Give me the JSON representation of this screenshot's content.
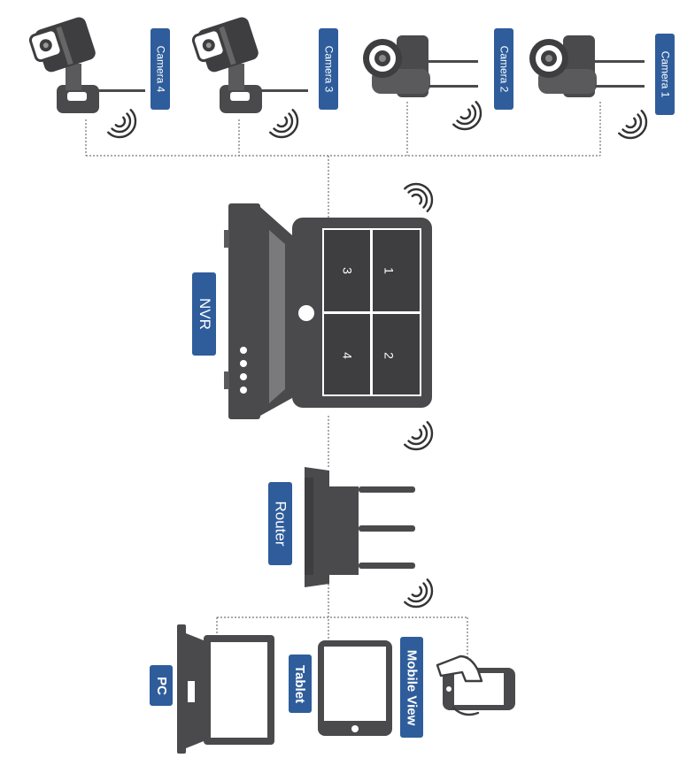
{
  "cameras": [
    {
      "label": "Camera 4"
    },
    {
      "label": "Camera 3"
    },
    {
      "label": "Camera 2"
    },
    {
      "label": "Camera 1"
    }
  ],
  "nvr": {
    "label": "NVR",
    "screen_quadrants": [
      "1",
      "2",
      "3",
      "4"
    ]
  },
  "router": {
    "label": "Router"
  },
  "clients": [
    {
      "label": "PC"
    },
    {
      "label": "Tablet"
    },
    {
      "label": "Mobile View"
    }
  ],
  "colors": {
    "label_bg": "#2f5d9b",
    "device": "#4a4a4c",
    "label_text": "#ffffff"
  }
}
